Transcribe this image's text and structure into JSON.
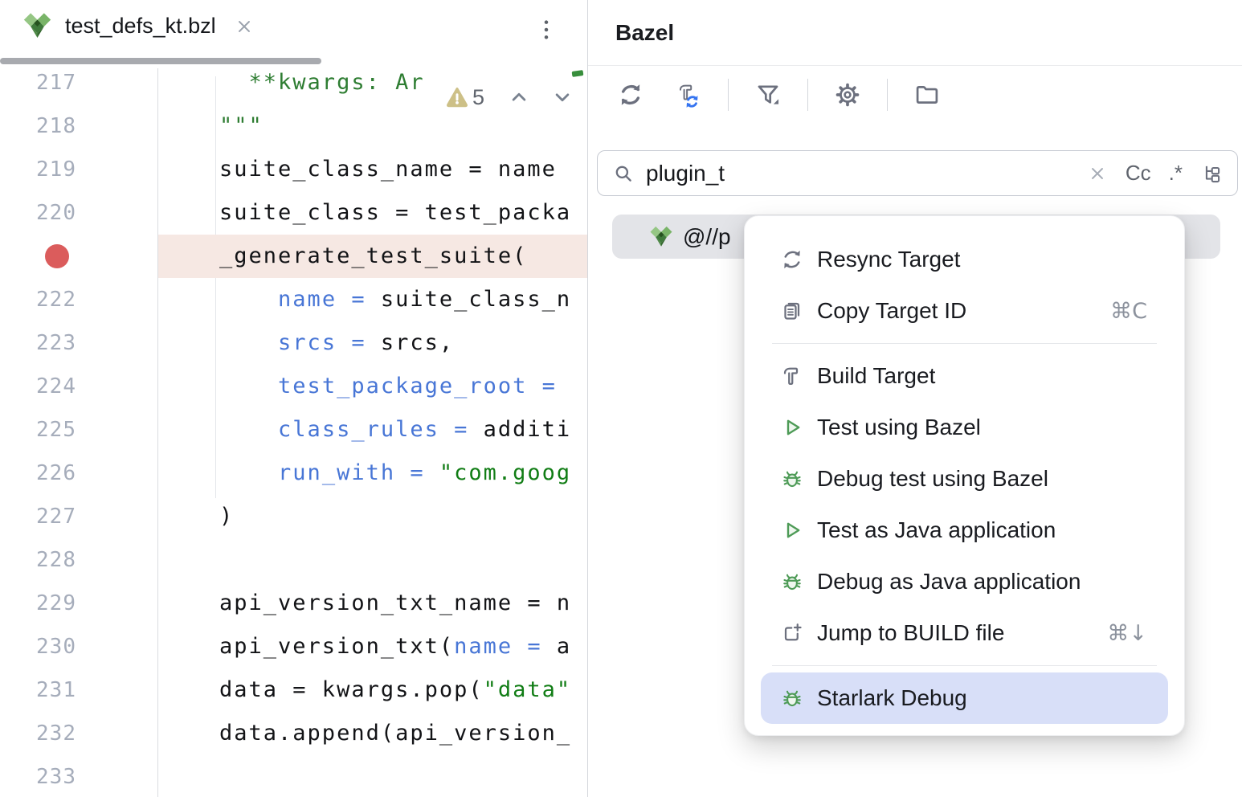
{
  "tab_bar": {
    "title": "test_defs_kt.bzl",
    "file_icon": "bazel-logo",
    "close_icon": "close",
    "more_icon": "kebab-vertical"
  },
  "editor": {
    "inspection_widget": {
      "warning_icon": "warning-triangle",
      "warning_count": "5",
      "prev_icon": "chevron-up",
      "next_icon": "chevron-down"
    },
    "breakpoint_line": "221",
    "colors": {
      "plain": "#121316",
      "param": "#4876D6",
      "string": "#117D15",
      "docstring": "#2E7D32",
      "line_number": "#A6ADBB",
      "highlight_bg": "#F6E8E3",
      "breakpoint": "#DB5C5C"
    },
    "lines": [
      {
        "number": "217",
        "segments": [
          {
            "text": "      **kwargs: Ar",
            "color": "docstring"
          }
        ]
      },
      {
        "number": "218",
        "segments": [
          {
            "text": "    \"\"\"",
            "color": "docstring"
          }
        ]
      },
      {
        "number": "219",
        "segments": [
          {
            "text": "    suite_class_name = name",
            "color": "plain"
          }
        ]
      },
      {
        "number": "220",
        "segments": [
          {
            "text": "    suite_class = test_packa",
            "color": "plain"
          }
        ]
      },
      {
        "number": "221",
        "highlighted": true,
        "breakpoint": true,
        "segments": [
          {
            "text": "    _generate_test_suite(",
            "color": "plain"
          }
        ]
      },
      {
        "number": "222",
        "segments": [
          {
            "text": "        ",
            "color": "plain"
          },
          {
            "text": "name = ",
            "color": "param"
          },
          {
            "text": "suite_class_n",
            "color": "plain"
          }
        ]
      },
      {
        "number": "223",
        "segments": [
          {
            "text": "        ",
            "color": "plain"
          },
          {
            "text": "srcs = ",
            "color": "param"
          },
          {
            "text": "srcs,",
            "color": "plain"
          }
        ]
      },
      {
        "number": "224",
        "segments": [
          {
            "text": "        ",
            "color": "plain"
          },
          {
            "text": "test_package_root = ",
            "color": "param"
          }
        ]
      },
      {
        "number": "225",
        "segments": [
          {
            "text": "        ",
            "color": "plain"
          },
          {
            "text": "class_rules = ",
            "color": "param"
          },
          {
            "text": "additi",
            "color": "plain"
          }
        ]
      },
      {
        "number": "226",
        "segments": [
          {
            "text": "        ",
            "color": "plain"
          },
          {
            "text": "run_with = ",
            "color": "param"
          },
          {
            "text": "\"com.goog",
            "color": "string"
          }
        ]
      },
      {
        "number": "227",
        "segments": [
          {
            "text": "    )",
            "color": "plain"
          }
        ]
      },
      {
        "number": "228",
        "segments": []
      },
      {
        "number": "229",
        "segments": [
          {
            "text": "    api_version_txt_name = n",
            "color": "plain"
          }
        ]
      },
      {
        "number": "230",
        "segments": [
          {
            "text": "    api_version_txt(",
            "color": "plain"
          },
          {
            "text": "name = ",
            "color": "param"
          },
          {
            "text": "a",
            "color": "plain"
          }
        ]
      },
      {
        "number": "231",
        "segments": [
          {
            "text": "    data = kwargs.pop(",
            "color": "plain"
          },
          {
            "text": "\"data\"",
            "color": "string"
          }
        ]
      },
      {
        "number": "232",
        "segments": [
          {
            "text": "    data.append(api_version_",
            "color": "plain"
          }
        ]
      },
      {
        "number": "233",
        "segments": []
      }
    ]
  },
  "panel": {
    "title": "Bazel",
    "toolbar": {
      "icons": [
        "sync",
        "build-sync",
        "sep",
        "filter",
        "sep",
        "settings-gear",
        "sep",
        "folder"
      ]
    },
    "search": {
      "icon": "search",
      "value": "plugin_t",
      "clear_icon": "close",
      "match_case": "Cc",
      "regex": ".*",
      "view_icon": "tree-structure"
    },
    "selected_target": {
      "icon": "bazel-logo",
      "label": "@//p"
    },
    "context_menu": {
      "selected_bg": "#D8DFF8",
      "items": [
        {
          "icon": "resync",
          "label": "Resync Target"
        },
        {
          "icon": "copy",
          "label": "Copy Target ID",
          "shortcut": "⌘C"
        },
        {
          "type": "separator"
        },
        {
          "icon": "hammer",
          "label": "Build Target"
        },
        {
          "icon": "run",
          "label": "Test using Bazel"
        },
        {
          "icon": "debug",
          "label": "Debug test using Bazel"
        },
        {
          "icon": "run",
          "label": "Test as Java application"
        },
        {
          "icon": "debug",
          "label": "Debug as Java application"
        },
        {
          "icon": "jump-to-build",
          "label": "Jump to BUILD file",
          "shortcut": "⌘↓"
        },
        {
          "type": "separator"
        },
        {
          "icon": "debug",
          "label": "Starlark Debug",
          "selected": true
        }
      ]
    }
  }
}
